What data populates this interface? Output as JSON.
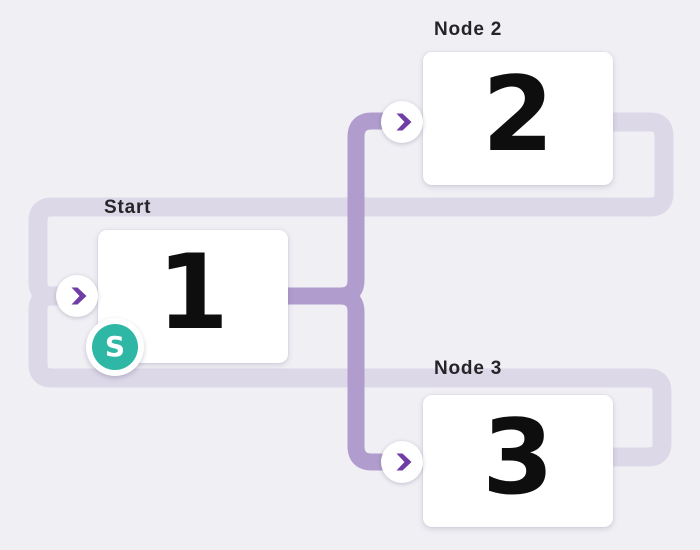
{
  "canvas": {
    "type": "workflow-node-editor",
    "background": "#f0eff4"
  },
  "colors": {
    "wire_primary": "#b09dce",
    "wire_loop": "#dcd8e8",
    "port_chevron": "#6e3da6",
    "badge_teal": "#2eb7a4",
    "node_background": "#ffffff",
    "label_text": "#252528",
    "digit_text": "#0e0e0e"
  },
  "nodes": [
    {
      "id": "start",
      "label": "Start",
      "digit": "1",
      "badge": "S",
      "input_icon": "chevron-right"
    },
    {
      "id": "node-2",
      "label": "Node 2",
      "digit": "2",
      "input_icon": "chevron-right"
    },
    {
      "id": "node-3",
      "label": "Node 3",
      "digit": "3",
      "input_icon": "chevron-right"
    }
  ],
  "connections": [
    {
      "from": "start",
      "to": "node-2",
      "style": "primary"
    },
    {
      "from": "start",
      "to": "node-3",
      "style": "primary"
    },
    {
      "from": "node-2",
      "to": "start",
      "style": "loopback"
    },
    {
      "from": "node-3",
      "to": "start",
      "style": "loopback"
    }
  ]
}
